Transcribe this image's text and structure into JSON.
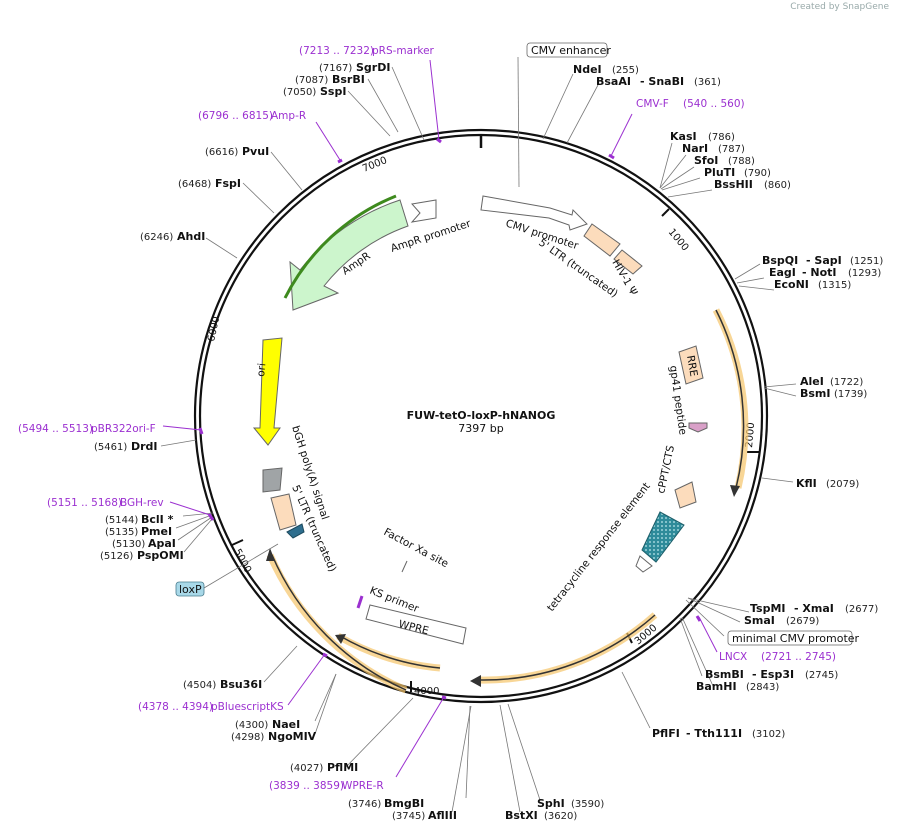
{
  "credit": "Created by SnapGene",
  "plasmid": {
    "name": "FUW-tetO-loxP-hNANOG",
    "length": "7397 bp"
  },
  "ticks": [
    "1000",
    "2000",
    "3000",
    "4000",
    "5000",
    "6000",
    "7000"
  ],
  "enzymes": [
    {
      "name": "NdeI",
      "pos": "(255)"
    },
    {
      "name": "BsaAI",
      "name2": "- SnaBI",
      "pos": "(361)"
    },
    {
      "name": "KasI",
      "pos": "(786)"
    },
    {
      "name": "NarI",
      "pos": "(787)"
    },
    {
      "name": "SfoI",
      "pos": "(788)"
    },
    {
      "name": "PluTI",
      "pos": "(790)"
    },
    {
      "name": "BssHII",
      "pos": "(860)"
    },
    {
      "name": "BspQI",
      "name2": "- SapI",
      "pos": "(1251)"
    },
    {
      "name": "EagI",
      "name2": "- NotI",
      "pos": "(1293)"
    },
    {
      "name": "EcoNI",
      "pos": "(1315)"
    },
    {
      "name": "AleI",
      "pos": "(1722)"
    },
    {
      "name": "BsmI",
      "pos": "(1739)"
    },
    {
      "name": "KflI",
      "pos": "(2079)"
    },
    {
      "name": "TspMI",
      "name2": "- XmaI",
      "pos": "(2677)"
    },
    {
      "name": "SmaI",
      "pos": "(2679)"
    },
    {
      "name": "BsmBI",
      "name2": "- Esp3I",
      "pos": "(2745)"
    },
    {
      "name": "BamHI",
      "pos": "(2843)"
    },
    {
      "name": "PflFI",
      "name2": "- Tth111I",
      "pos": "(3102)"
    },
    {
      "name": "SphI",
      "pos": "(3590)"
    },
    {
      "name": "BstXI",
      "pos": "(3620)"
    },
    {
      "name": "BmgBI",
      "pos": "(3746)"
    },
    {
      "name": "AflIII",
      "pos": "(3745)"
    },
    {
      "name": "PflMI",
      "pos": "(4027)"
    },
    {
      "name": "NaeI",
      "pos": "(4300)"
    },
    {
      "name": "NgoMIV",
      "pos": "(4298)"
    },
    {
      "name": "Bsu36I",
      "pos": "(4504)"
    },
    {
      "name": "BclI *",
      "pos": "(5144)"
    },
    {
      "name": "PmeI",
      "pos": "(5135)"
    },
    {
      "name": "ApaI",
      "pos": "(5130)"
    },
    {
      "name": "PspOMI",
      "pos": "(5126)"
    },
    {
      "name": "DrdI",
      "pos": "(5461)"
    },
    {
      "name": "AhdI",
      "pos": "(6246)"
    },
    {
      "name": "FspI",
      "pos": "(6468)"
    },
    {
      "name": "PvuI",
      "pos": "(6616)"
    },
    {
      "name": "SspI",
      "pos": "(7050)"
    },
    {
      "name": "BsrBI",
      "pos": "(7087)"
    },
    {
      "name": "SgrDI",
      "pos": "(7167)"
    }
  ],
  "primers": [
    {
      "name": "pRS-marker",
      "range": "(7213 .. 7232)"
    },
    {
      "name": "Amp-R",
      "range": "(6796 .. 6815)"
    },
    {
      "name": "CMV-F",
      "range": "(540 .. 560)"
    },
    {
      "name": "pBR322ori-F",
      "range": "(5494 .. 5513)"
    },
    {
      "name": "BGH-rev",
      "range": "(5151 .. 5168)"
    },
    {
      "name": "LNCX",
      "range": "(2721 .. 2745)"
    },
    {
      "name": "pBluescriptKS",
      "range": "(4378 .. 4394)"
    },
    {
      "name": "WPRE-R",
      "range": "(3839 .. 3859)"
    }
  ],
  "boxes": {
    "cmv_enhancer": "CMV enhancer",
    "min_cmv": "minimal CMV promoter",
    "loxp": "loxP"
  },
  "features": {
    "cmv_promoter": "CMV promoter",
    "ltr5": "5' LTR (truncated)",
    "hiv": "HIV-1 Ψ",
    "rre": "RRE",
    "gp41": "gp41 peptide",
    "cppt": "cPPT/CTS",
    "tre": "tetracycline response element",
    "factorxa": "Factor Xa site",
    "ks": "KS primer",
    "wpre": "WPRE",
    "ltr5b": "5' LTR (truncated)",
    "bgh": "bGH poly(A) signal",
    "ori": "ori",
    "ampr": "AmpR",
    "ampr_prom": "AmpR promoter"
  },
  "colors": {
    "primer": "#9b30d0",
    "ori": "#ffff00",
    "ampr": "#ccf5cc",
    "orf_glow": "#f5c46a",
    "misc": "#fcdcbc",
    "tre": "#2e8b9a",
    "loxp": "#a8d8e8"
  }
}
